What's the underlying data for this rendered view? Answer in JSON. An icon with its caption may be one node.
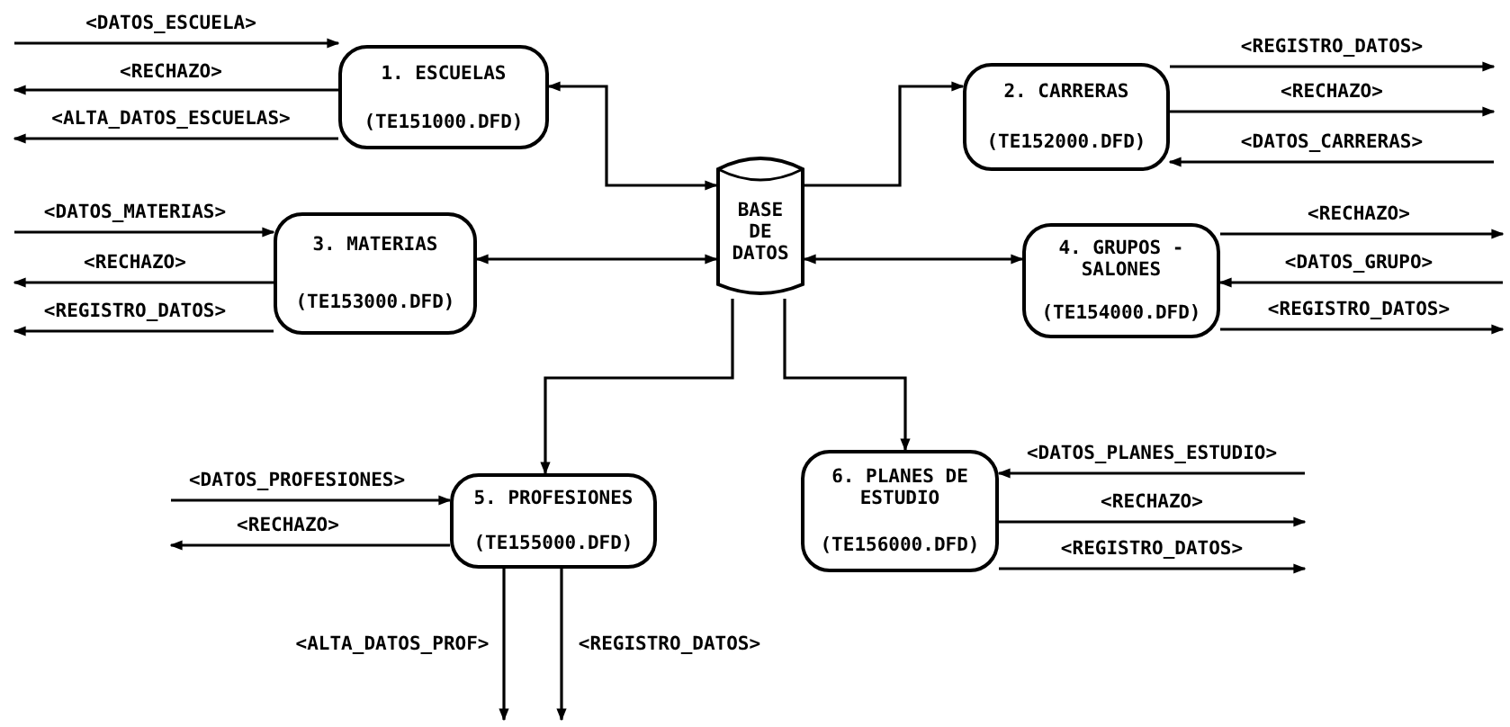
{
  "diagram": {
    "nodes": [
      {
        "text": [
          "1. ESCUELAS",
          "(TE151000.DFD)"
        ]
      },
      {
        "text": [
          "2. CARRERAS",
          "(TE152000.DFD)"
        ]
      },
      {
        "text": [
          "BASE DE DATOS"
        ]
      },
      {
        "text": [
          "3. MATERIAS",
          "(TE153000.DFD)"
        ]
      },
      {
        "text": [
          "4. GRUPOS - SALONES",
          "(TE154000.DFD)"
        ]
      },
      {
        "text": [
          "5. PROFESIONES",
          "(TE155000.DFD)"
        ]
      },
      {
        "text": [
          "6. PLANES DE ESTUDIO",
          "(TE156000.DFD)"
        ]
      }
    ],
    "edges": [
      {
        "from": null,
        "to": 0,
        "arrow": "to",
        "label": "<DATOS_ESCUELA>"
      },
      {
        "from": 0,
        "to": null,
        "arrow": "to",
        "label": "<RECHAZO>"
      },
      {
        "from": 0,
        "to": null,
        "arrow": "to",
        "label": "<ALTA_DATOS_ESCUELAS>"
      },
      {
        "from": 0,
        "to": 2,
        "arrow": "both"
      },
      {
        "from": 2,
        "to": 1,
        "arrow": "to"
      },
      {
        "from": 1,
        "to": null,
        "arrow": "to",
        "label": "<REGISTRO_DATOS>"
      },
      {
        "from": 1,
        "to": null,
        "arrow": "to",
        "label": "<RECHAZO>"
      },
      {
        "from": null,
        "to": 1,
        "arrow": "to",
        "label": "<DATOS_CARRERAS>"
      },
      {
        "from": null,
        "to": 3,
        "arrow": "to",
        "label": "<DATOS_MATERIAS>"
      },
      {
        "from": 3,
        "to": null,
        "arrow": "to",
        "label": "<RECHAZO>"
      },
      {
        "from": 3,
        "to": null,
        "arrow": "to",
        "label": "<REGISTRO_DATOS>"
      },
      {
        "from": 3,
        "to": 2,
        "arrow": "both"
      },
      {
        "from": 2,
        "to": 4,
        "arrow": "both"
      },
      {
        "from": 4,
        "to": null,
        "arrow": "to",
        "label": "<RECHAZO>"
      },
      {
        "from": null,
        "to": 4,
        "arrow": "to",
        "label": "<DATOS_GRUPO>"
      },
      {
        "from": 4,
        "to": null,
        "arrow": "to",
        "label": "<REGISTRO_DATOS>"
      },
      {
        "from": 2,
        "to": 5,
        "arrow": "to"
      },
      {
        "from": 2,
        "to": 6,
        "arrow": "to"
      },
      {
        "from": null,
        "to": 5,
        "arrow": "to",
        "label": "<DATOS_PROFESIONES>"
      },
      {
        "from": 5,
        "to": null,
        "arrow": "to",
        "label": "<RECHAZO>"
      },
      {
        "from": 5,
        "to": null,
        "arrow": "to",
        "label": "<ALTA_DATOS_PROF>"
      },
      {
        "from": 5,
        "to": null,
        "arrow": "to",
        "label": "<REGISTRO_DATOS>"
      },
      {
        "from": null,
        "to": 6,
        "arrow": "to",
        "label": "<DATOS_PLANES_ESTUDIO>"
      },
      {
        "from": 6,
        "to": null,
        "arrow": "to",
        "label": "<RECHAZO>"
      },
      {
        "from": 6,
        "to": null,
        "arrow": "to",
        "label": "<REGISTRO_DATOS>"
      }
    ]
  }
}
